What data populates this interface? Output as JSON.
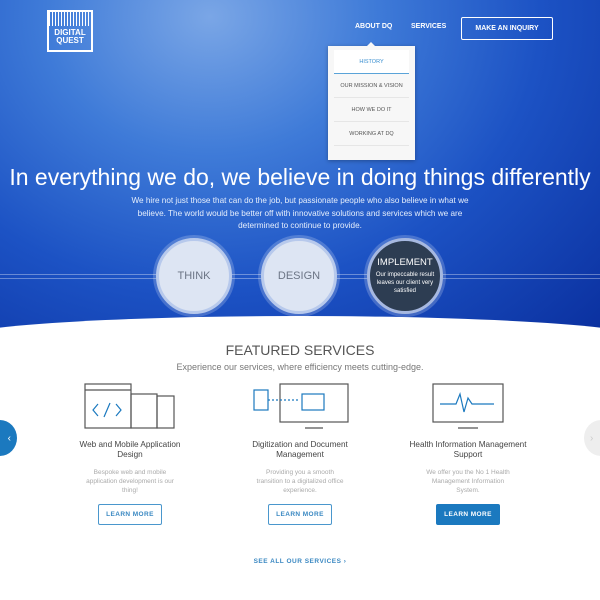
{
  "header": {
    "logo_text": [
      "DIGITAL",
      "QUEST"
    ],
    "nav": [
      "ABOUT DQ",
      "SERVICES"
    ],
    "inquiry": "MAKE AN INQUIRY",
    "dropdown": [
      "HISTORY",
      "OUR MISSION & VISION",
      "HOW WE DO IT",
      "WORKING AT DQ"
    ]
  },
  "hero": {
    "title": "In everything we do, we believe in doing things differently",
    "lead": "We hire not just those that can do the job, but passionate people who also believe in what we believe. The world would be better off with innovative solutions and services which we are determined to continue to provide.",
    "steps": [
      {
        "label": "THINK"
      },
      {
        "label": "DESIGN"
      },
      {
        "label": "IMPLEMENT",
        "desc": "Our impeccable result leaves our client very satisfied"
      }
    ]
  },
  "featured": {
    "title": "FEATURED SERVICES",
    "subtitle": "Experience our services, where efficiency meets cutting-edge.",
    "services": [
      {
        "name": "Web and Mobile Application Design",
        "desc": "Bespoke web and mobile application development is our thing!",
        "button": "LEARN MORE",
        "icon": "devices-code-icon"
      },
      {
        "name": "Digitization and Document Management",
        "desc": "Providing you a smooth transition to a digitalized office experience.",
        "button": "LEARN MORE",
        "icon": "monitor-folder-icon"
      },
      {
        "name": "Health Information Management Support",
        "desc": "We offer you the No 1 Health Management Information System.",
        "button": "LEARN MORE",
        "icon": "monitor-heartbeat-icon"
      }
    ],
    "see_all": "SEE ALL OUR SERVICES ›"
  },
  "colors": {
    "accent": "#1b79bf",
    "dark_circle": "#2d3d52"
  }
}
